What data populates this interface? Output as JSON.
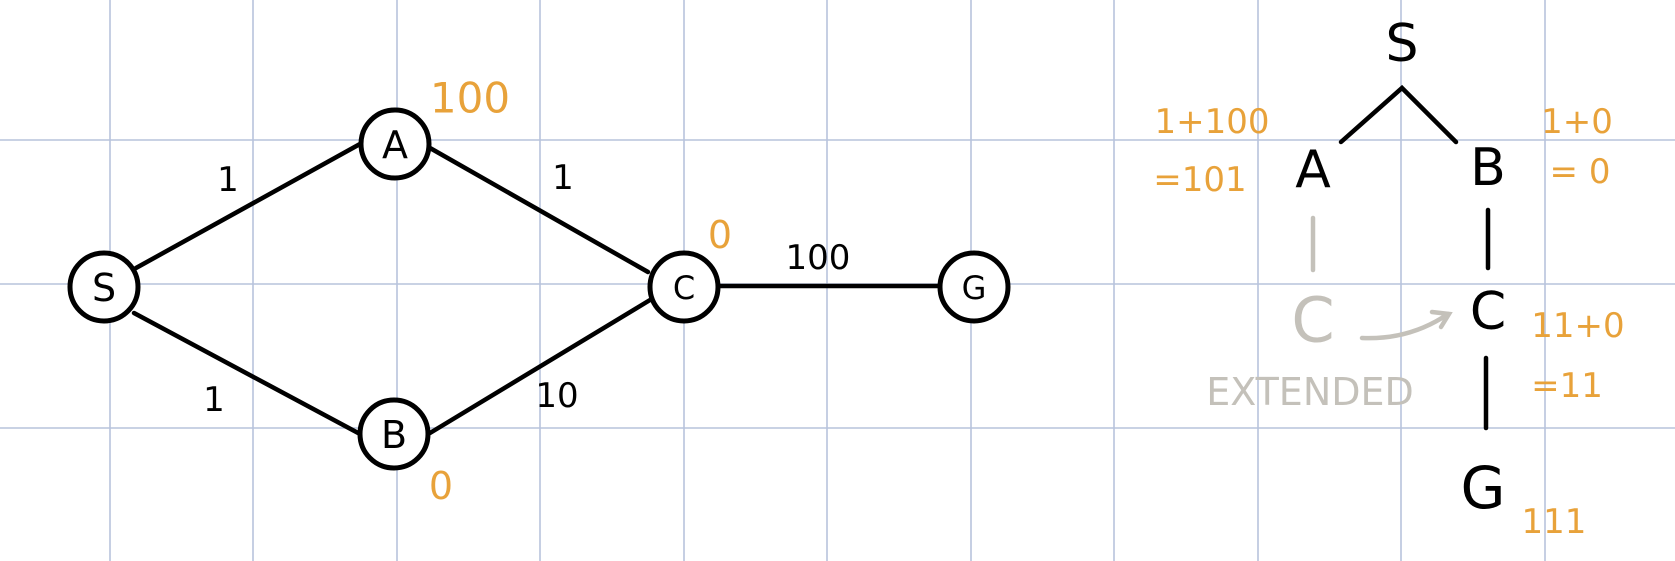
{
  "colors": {
    "ink": "#000000",
    "orange": "#e8a23a",
    "gray": "#c4c1ba",
    "grid": "#b7c3dc",
    "background": "#ffffff"
  },
  "graph": {
    "nodes": [
      {
        "id": "S",
        "label": "S"
      },
      {
        "id": "A",
        "label": "A"
      },
      {
        "id": "B",
        "label": "B"
      },
      {
        "id": "C",
        "label": "C"
      },
      {
        "id": "G",
        "label": "G"
      }
    ],
    "edges": [
      {
        "from": "S",
        "to": "A",
        "weight": "1"
      },
      {
        "from": "S",
        "to": "B",
        "weight": "1"
      },
      {
        "from": "A",
        "to": "C",
        "weight": "1"
      },
      {
        "from": "B",
        "to": "C",
        "weight": "10"
      },
      {
        "from": "C",
        "to": "G",
        "weight": "100"
      }
    ],
    "heuristics": {
      "A": "100",
      "B": "0",
      "C": "0"
    }
  },
  "tree": {
    "root": "S",
    "left_child": "A",
    "right_child": "B",
    "left_grandchild": "C",
    "right_grandchild": "C",
    "goal": "G",
    "extended_note": "EXTENDED",
    "calc": {
      "a_line1": "1+100",
      "a_line2": "=101",
      "b_line1": "1+0",
      "b_line2": "= 0",
      "c_line1": "11+0",
      "c_line2": "=11",
      "g_value": "111"
    }
  }
}
